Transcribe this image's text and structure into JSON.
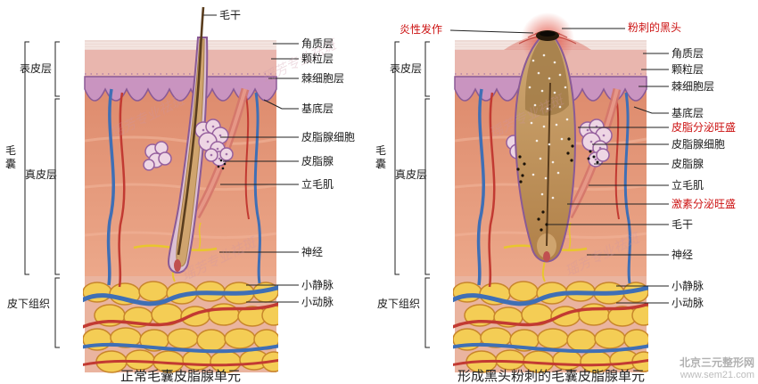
{
  "panels": [
    {
      "caption": "正常毛囊皮脂腺单元",
      "labels": {
        "hair_shaft": "毛干",
        "epidermis": "表皮层",
        "follicle": "毛囊",
        "dermis": "真皮层",
        "subcutis": "皮下组织",
        "stratum_corneum": "角质层",
        "stratum_granulosum": "颗粒层",
        "stratum_spinosum": "棘细胞层",
        "stratum_basale": "基底层",
        "sebaceous_cells": "皮脂腺细胞",
        "sebaceous_gland": "皮脂腺",
        "arrector_pili": "立毛肌",
        "nerve": "神经",
        "venule": "小静脉",
        "arteriole": "小动脉"
      }
    },
    {
      "caption": "形成黑头粉刺的毛囊皮脂腺单元",
      "labels": {
        "inflammation": "炎性发作",
        "blackhead": "粉刺的黑头",
        "epidermis": "表皮层",
        "follicle": "毛囊",
        "dermis": "真皮层",
        "subcutis": "皮下组织",
        "stratum_corneum": "角质层",
        "stratum_granulosum": "颗粒层",
        "stratum_spinosum": "棘细胞层",
        "stratum_basale": "基底层",
        "sebum_hypersecretion": "皮脂分泌旺盛",
        "sebaceous_cells": "皮脂腺细胞",
        "sebaceous_gland": "皮脂腺",
        "arrector_pili": "立毛肌",
        "hormone_hypersecretion": "激素分泌旺盛",
        "hair_shaft": "毛干",
        "nerve": "神经",
        "venule": "小静脉",
        "arteriole": "小动脉"
      }
    }
  ],
  "colors": {
    "annotation_red": "#cc1111",
    "annotation_black": "#1a1a1a",
    "dermis_pink": "#e0906f",
    "epidermis_purple": "#8a5a96",
    "fat_yellow": "#f4cd55",
    "vein_blue": "#3f6fb5",
    "artery_red": "#c23a32"
  },
  "watermark": {
    "site": "北京三元整形网",
    "url": "www.sem21.com",
    "brand": "瑶芳专业祛斑"
  }
}
